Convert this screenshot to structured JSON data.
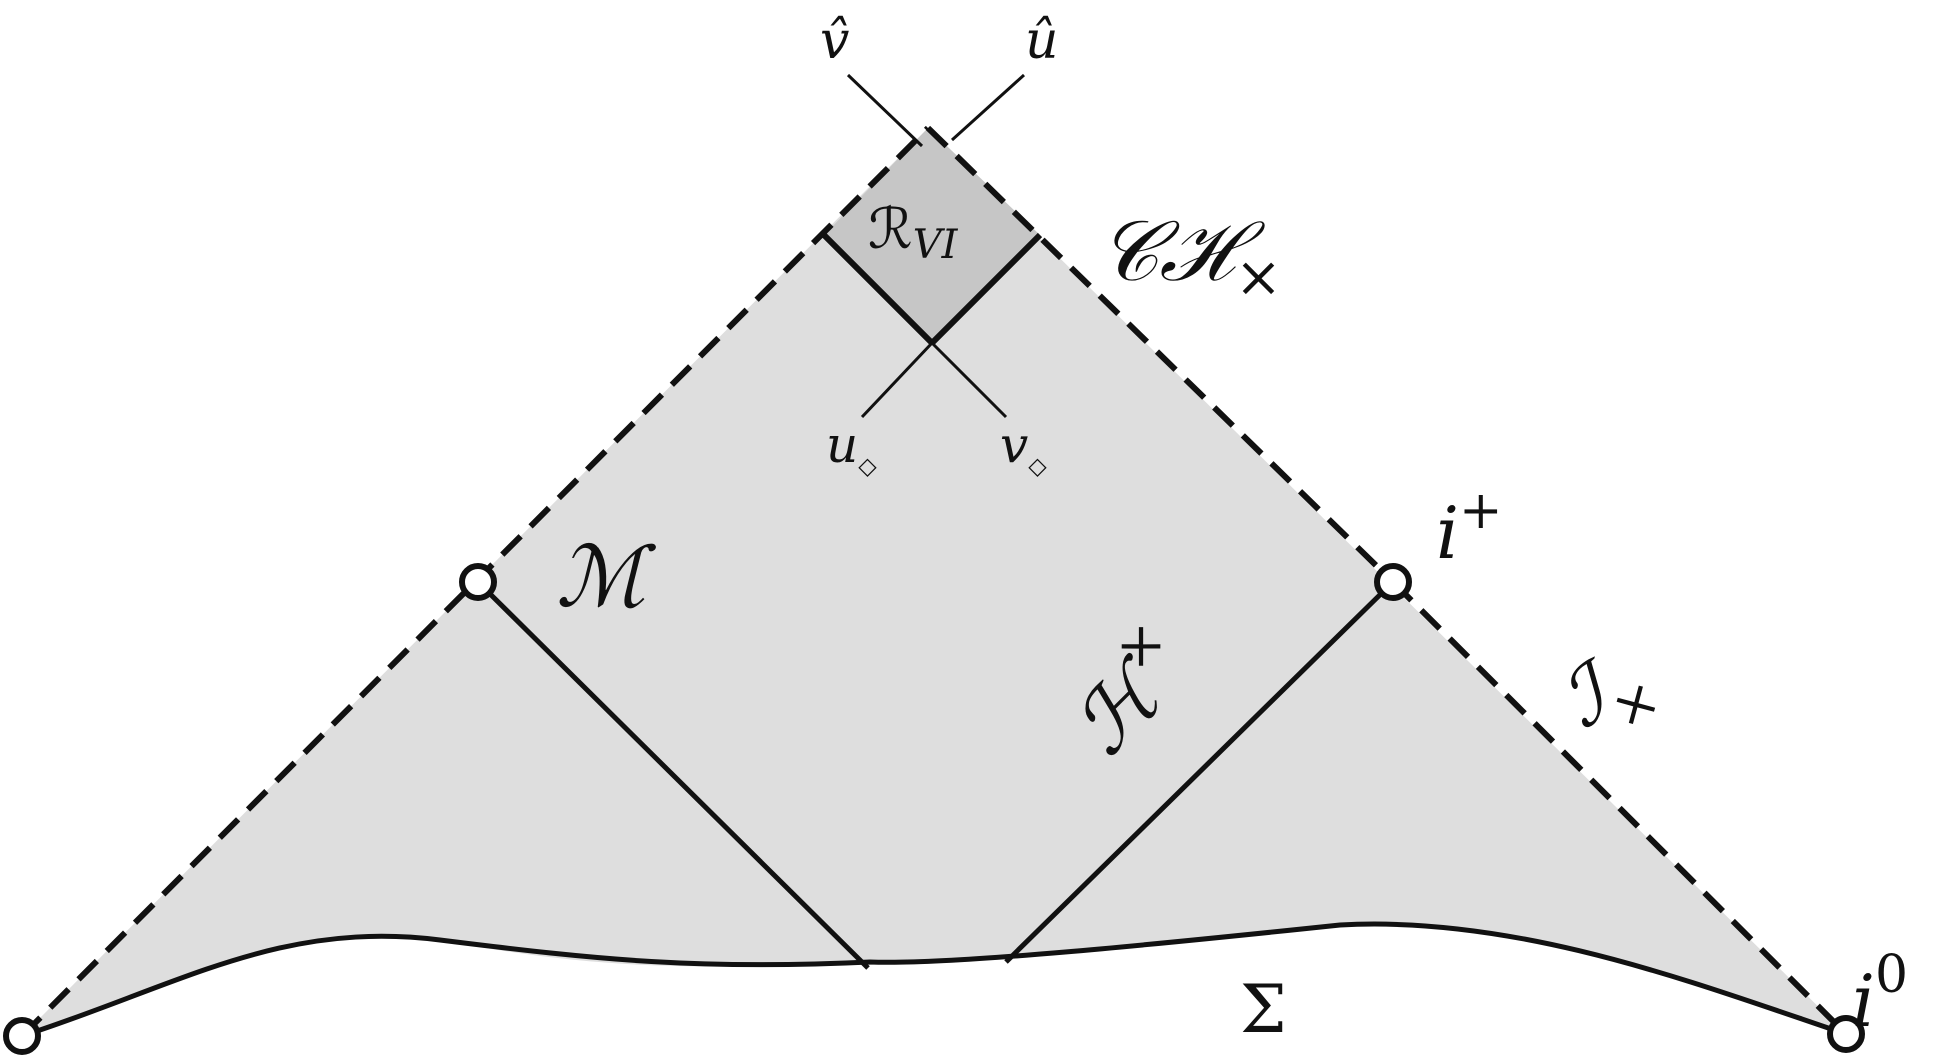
{
  "colors": {
    "region_fill": "#dedede",
    "region_vi_fill": "#c6c6c6",
    "ink": "#111111",
    "marker_fill": "#ffffff"
  },
  "labels": {
    "v_hat": "v̂",
    "u_hat": "û",
    "r_vi_main": "ℛ",
    "r_vi_sub": "VI",
    "ch_main": "𝒞ℋ",
    "ch_sup": "×",
    "u_diamond_main": "u",
    "u_diamond_sub": "◇",
    "v_diamond_main": "v",
    "v_diamond_sub": "◇",
    "m": "ℳ",
    "i_plus_main": "i",
    "i_plus_sup": "+",
    "h_main": "ℋ",
    "h_sup": "×",
    "i_main": "ℐ",
    "i_sup": "×",
    "sigma": "Σ",
    "i0_main": "i",
    "i0_sup": "0"
  }
}
